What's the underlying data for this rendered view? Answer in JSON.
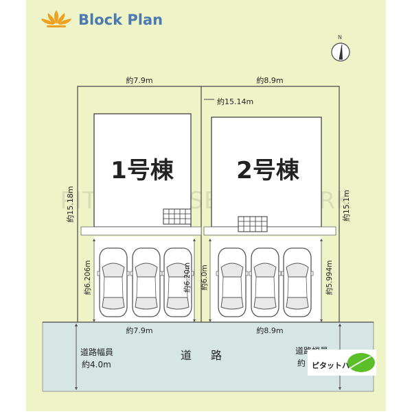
{
  "header": {
    "title": "Block Plan",
    "title_color": "#4a7ab0",
    "logo_icon": "lotus-icon",
    "logo_color": "#f0a020"
  },
  "compass": {
    "label": "N",
    "icon": "north-arrow-icon"
  },
  "colors": {
    "site_background": "#eef3c8",
    "road": "#d6e6e5",
    "building": "#ffffff",
    "parking": "#ffffff",
    "line": "#333333",
    "dimension_line": "#555555"
  },
  "lot1": {
    "building_label": "1号棟",
    "top_width": "約7.9m",
    "bottom_width": "約7.9m",
    "left_depth": "約15.18m",
    "parking_depth_left": "約6.206m",
    "parking_depth_right": "約6.20m",
    "cars": 3
  },
  "lot2": {
    "building_label": "2号棟",
    "top_width": "約8.9m",
    "bottom_width": "約8.9m",
    "left_depth_top": "約15.14m",
    "right_depth": "約15.1m",
    "parking_depth_left": "約6.0m",
    "parking_depth_right": "約5.994m",
    "cars": 3
  },
  "road": {
    "label": "道　路",
    "width_label_line1": "道路幅員",
    "width_label_line2": "約4.0m",
    "right_label_line1": "道路幅員",
    "right_label_line2": "約"
  },
  "watermark": "PITAT HOUSE NETWORK",
  "brand": {
    "name": "ピタットハウス",
    "icon": "leaf-icon",
    "leaf_color": "#5cbf2a"
  }
}
